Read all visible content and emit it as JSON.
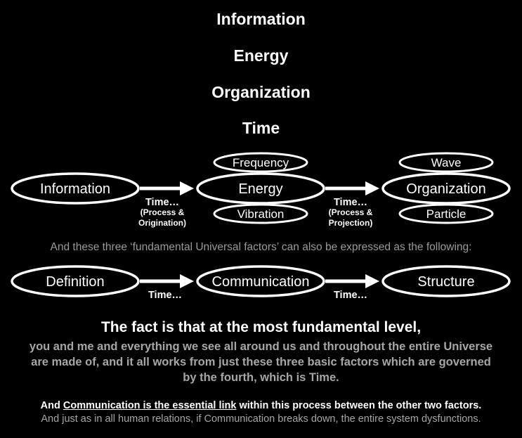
{
  "headings": [
    "Information",
    "Energy",
    "Organization",
    "Time"
  ],
  "row1": {
    "nodes": {
      "information": "Information",
      "energy": "Energy",
      "organization": "Organization",
      "frequency": "Frequency",
      "vibration": "Vibration",
      "wave": "Wave",
      "particle": "Particle"
    },
    "arrow1": {
      "line1": "Time…",
      "line2": "(Process &",
      "line3": "Origination)"
    },
    "arrow2": {
      "line1": "Time…",
      "line2": "(Process &",
      "line3": "Projection)"
    }
  },
  "subtitle": "And these three ‘fundamental Universal factors’ can also be expressed as the following:",
  "row2": {
    "nodes": {
      "definition": "Definition",
      "communication": "Communication",
      "structure": "Structure"
    },
    "arrow1": "Time…",
    "arrow2": "Time…"
  },
  "fact": {
    "title": "The fact is that at the most fundamental level,",
    "body": "you and me and everything we see all around us and throughout the entire Universe are made of, and it all works from just these three basic factors which are governed by the fourth, which is Time."
  },
  "closing": {
    "part1": "And ",
    "underlined": "Communication is the essential link",
    "part2": " within this process between the other two factors.",
    "line2": "And just as in all human relations, if Communication breaks down, the entire system dysfunctions."
  },
  "colors": {
    "background": "#000000",
    "foreground": "#ffffff",
    "muted": "#a6a6a6"
  }
}
